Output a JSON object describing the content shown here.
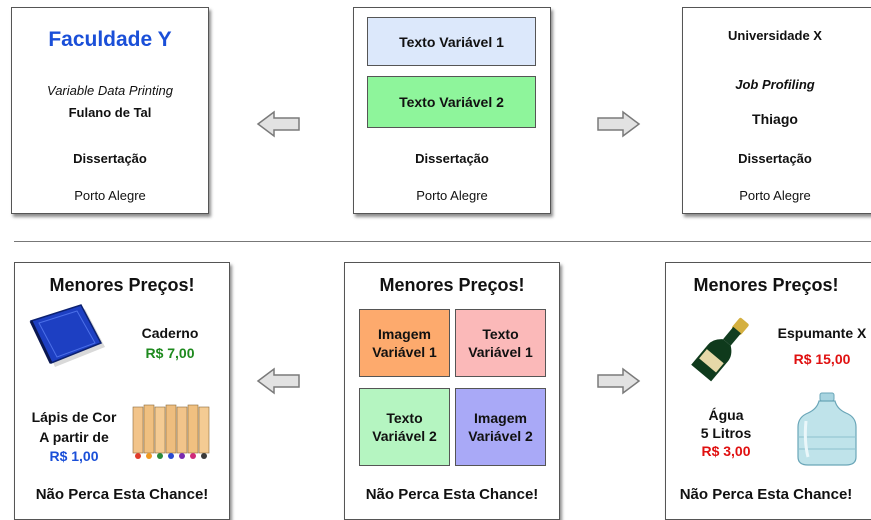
{
  "top": {
    "left": {
      "title": "Faculdade Y",
      "subtitle": "Variable Data Printing",
      "author": "Fulano de Tal",
      "type": "Dissertação",
      "city": "Porto Alegre",
      "title_color": "#1a4fd8"
    },
    "center": {
      "var1": "Texto Variável 1",
      "var2": "Texto Variável 2",
      "type": "Dissertação",
      "city": "Porto Alegre",
      "var1_color": "#dce8fb",
      "var2_color": "#8ef59b"
    },
    "right": {
      "title": "Universidade X",
      "subtitle": "Job Profiling",
      "author": "Thiago",
      "type": "Dissertação",
      "city": "Porto Alegre"
    }
  },
  "bottom": {
    "left": {
      "headline": "Menores Preços!",
      "item1_name": "Caderno",
      "item1_price": "R$ 7,00",
      "item2_line1": "Lápis de Cor",
      "item2_line2": "A partir de",
      "item2_price": "R$ 1,00",
      "footer": "Não Perca Esta Chance!",
      "icons": [
        "notebook-icon",
        "colored-pencils-icon"
      ]
    },
    "center": {
      "headline": "Menores Preços!",
      "box1": "Imagem Variável 1",
      "box2": "Texto Variável 1",
      "box3": "Texto Variável 2",
      "box4": "Imagem Variável 2",
      "footer": "Não Perca Esta Chance!",
      "box_colors": [
        "#fdaa6d",
        "#fbb9b9",
        "#b5f5c1",
        "#a9a9f7"
      ]
    },
    "right": {
      "headline": "Menores Preços!",
      "item1_name": "Espumante X",
      "item1_price": "R$ 15,00",
      "item2_line1": "Água",
      "item2_line2": "5 Litros",
      "item2_price": "R$ 3,00",
      "footer": "Não Perca Esta Chance!",
      "icons": [
        "champagne-bottle-icon",
        "water-jug-icon"
      ]
    }
  },
  "colors": {
    "price_green": "#1e8a1e",
    "price_blue": "#1a4fd8",
    "price_red": "#e01010",
    "arrow_fill": "#e2e2e2"
  }
}
